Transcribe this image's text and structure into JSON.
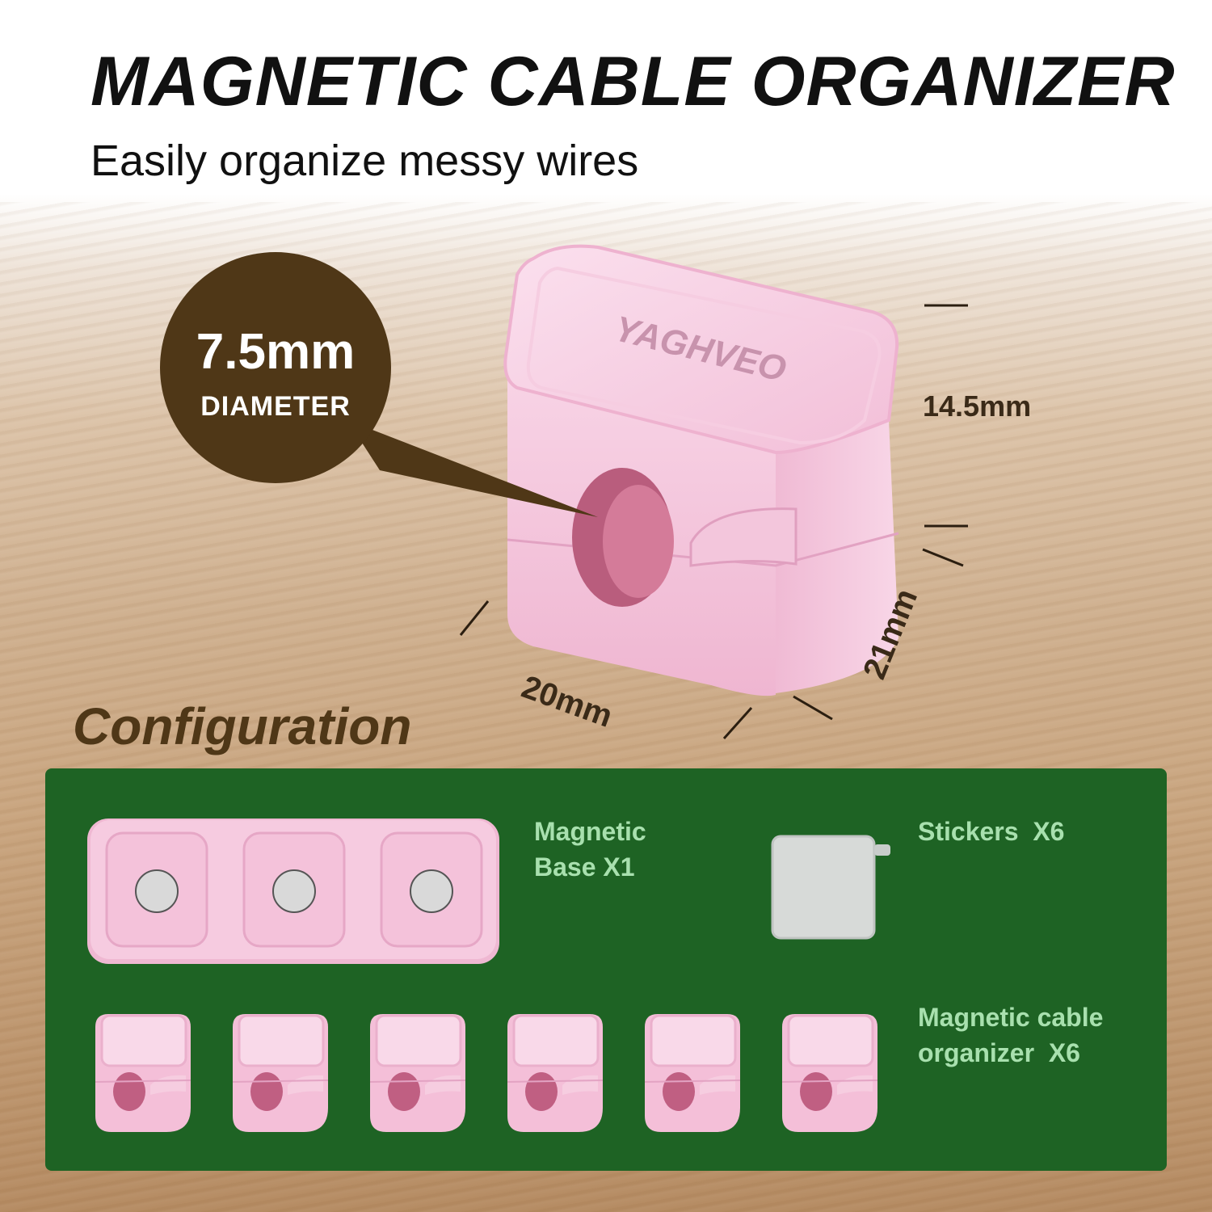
{
  "header": {
    "title": "MAGNETIC CABLE ORGANIZER",
    "subtitle": "Easily organize messy wires"
  },
  "callout": {
    "value": "7.5mm",
    "label": "DIAMETER"
  },
  "dimensions": {
    "height": "14.5mm",
    "width": "20mm",
    "depth": "21mm"
  },
  "product": {
    "brand": "YAGHVEO"
  },
  "configuration": {
    "title": "Configuration",
    "items": [
      {
        "line1": "Magnetic",
        "line2": "Base X1"
      },
      {
        "line1": "Stickers  X6"
      },
      {
        "line1": "Magnetic cable",
        "line2": "organizer  X6"
      }
    ]
  },
  "colors": {
    "pink": "#f5c4dc",
    "brown": "#4f3717",
    "green_panel": "#1e6324",
    "label_green": "#a8e0ae"
  }
}
